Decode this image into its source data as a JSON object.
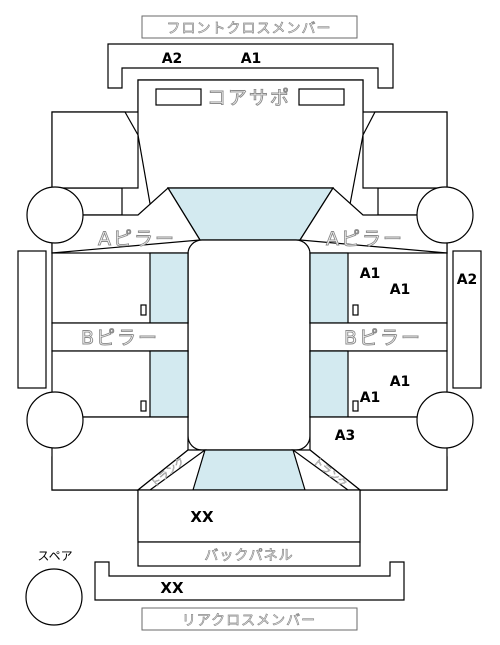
{
  "labels": {
    "front_cross_member": "フロントクロスメンバー",
    "core_support": "コアサポ",
    "a_pillar_left": "Aピラー",
    "a_pillar_right": "Aピラー",
    "b_pillar_left": "Bピラー",
    "b_pillar_right": "Bピラー",
    "back_panel": "バックパネル",
    "rear_cross_member": "リアクロスメンバー",
    "spare": "スペア",
    "trunk_left": "トランク",
    "trunk_right": "トランク"
  },
  "marks": {
    "front_a2": "A2",
    "front_a1": "A1",
    "right_upper_a1_a": "A1",
    "right_upper_a1_b": "A1",
    "right_side_a2": "A2",
    "right_lower_a1_a": "A1",
    "right_lower_a1_b": "A1",
    "right_rear_a3": "A3",
    "trunk_xx": "XX",
    "rear_xx": "XX"
  }
}
